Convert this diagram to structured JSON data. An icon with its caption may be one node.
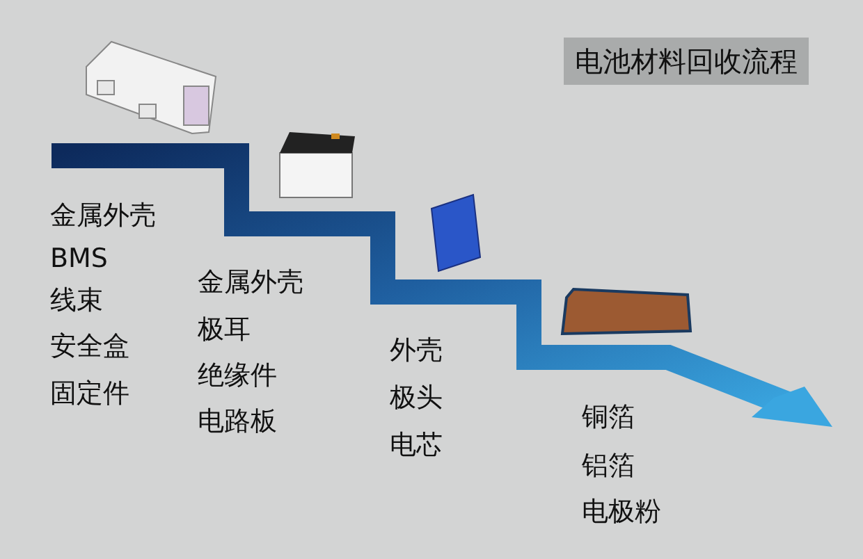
{
  "diagram": {
    "title": "电池材料回收流程",
    "labels": [
      "金属外壳",
      "BMS",
      "线束",
      "安全盒",
      "固定件",
      "金属外壳",
      "极耳",
      "绝缘件",
      "电路板",
      "外壳",
      "极头",
      "电芯",
      "铜箔",
      "铝箔",
      "电极粉"
    ]
  }
}
